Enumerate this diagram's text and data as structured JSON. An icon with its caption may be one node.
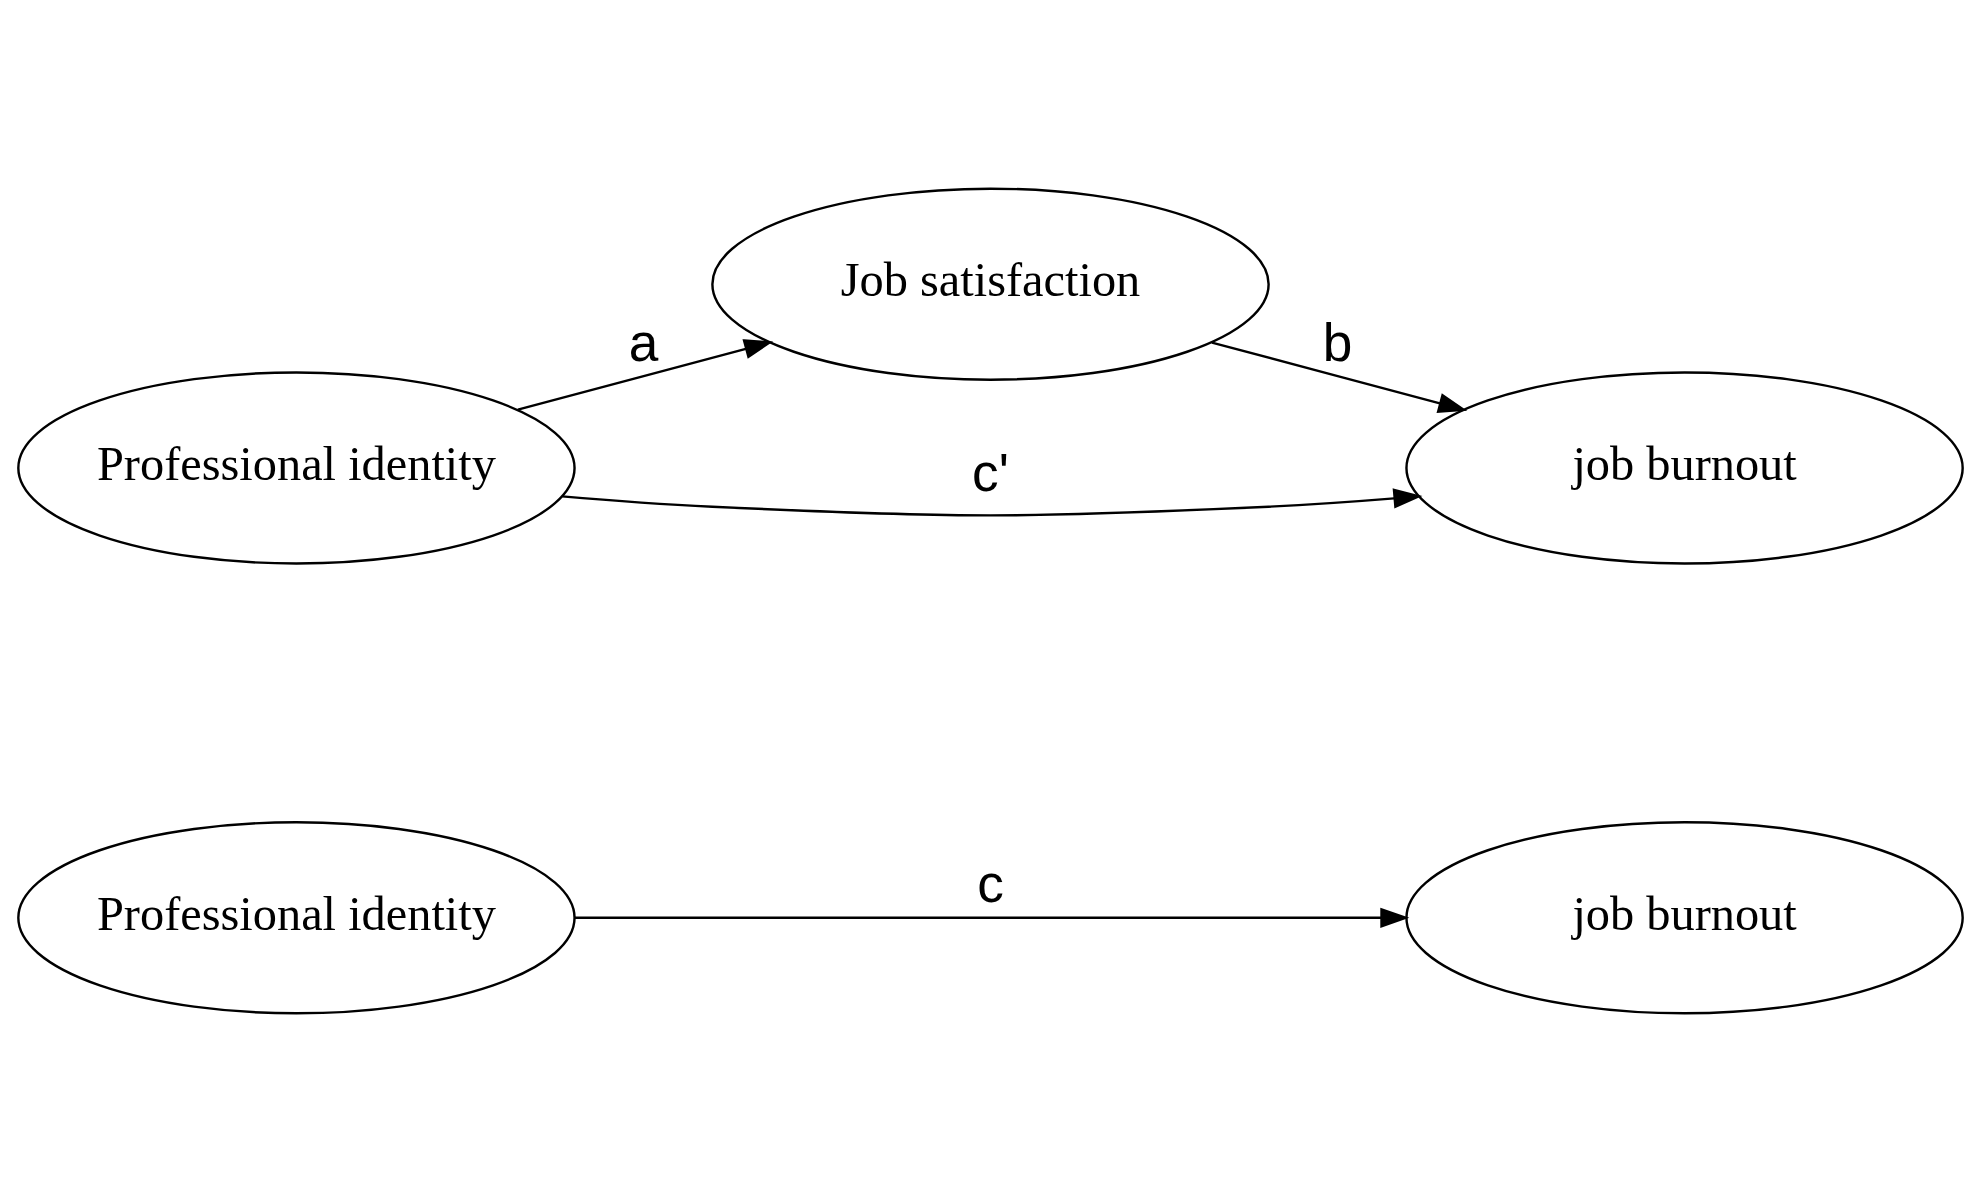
{
  "diagram": {
    "nodes": [
      {
        "text": [
          "Professional identity"
        ]
      },
      {
        "text": [
          "job burnout"
        ]
      },
      {
        "text": [
          "Job satisfaction"
        ]
      },
      {
        "text": [
          "Professional identity"
        ]
      },
      {
        "text": [
          "job burnout"
        ]
      }
    ],
    "edges": [
      {
        "from": 0,
        "to": 1,
        "arrow": "to",
        "label": "c"
      },
      {
        "from": 3,
        "to": 2,
        "arrow": "to",
        "label": "a"
      },
      {
        "from": 2,
        "to": 4,
        "arrow": "to",
        "label": "b"
      },
      {
        "from": 3,
        "to": 4,
        "arrow": "to",
        "label": "c'"
      }
    ]
  }
}
